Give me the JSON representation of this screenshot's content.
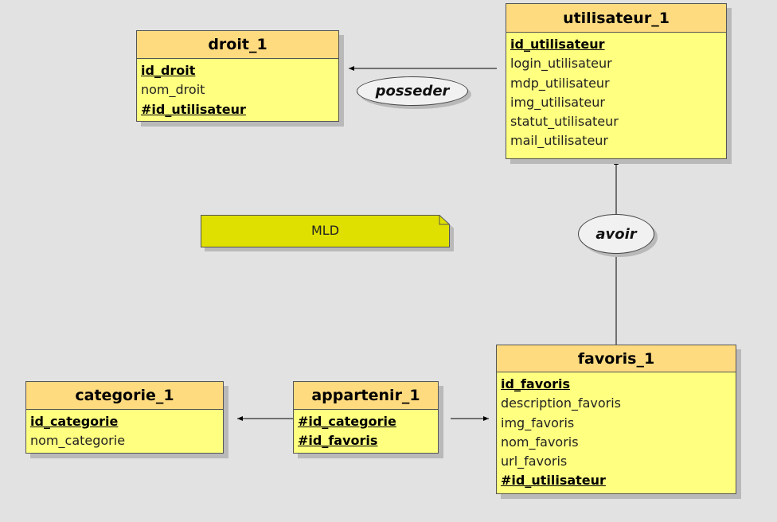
{
  "diagram_title_note": "MLD",
  "colors": {
    "background": "#e2e2e2",
    "entity_body": "#ffff80",
    "entity_header": "#ffdb80",
    "note": "#e0e000",
    "relation": "#f1f1f1"
  },
  "entities": {
    "droit": {
      "name": "droit_1",
      "fields": [
        {
          "label": "id_droit",
          "key": "pk"
        },
        {
          "label": "nom_droit",
          "key": ""
        },
        {
          "label": "#id_utilisateur",
          "key": "fk"
        }
      ]
    },
    "utilisateur": {
      "name": "utilisateur_1",
      "fields": [
        {
          "label": "id_utilisateur",
          "key": "pk"
        },
        {
          "label": "login_utilisateur",
          "key": ""
        },
        {
          "label": "mdp_utilisateur",
          "key": ""
        },
        {
          "label": "img_utilisateur",
          "key": ""
        },
        {
          "label": "statut_utilisateur",
          "key": ""
        },
        {
          "label": "mail_utilisateur",
          "key": ""
        }
      ]
    },
    "categorie": {
      "name": "categorie_1",
      "fields": [
        {
          "label": "id_categorie",
          "key": "pk"
        },
        {
          "label": "nom_categorie",
          "key": ""
        }
      ]
    },
    "appartenir": {
      "name": "appartenir_1",
      "fields": [
        {
          "label": "#id_categorie",
          "key": "fk"
        },
        {
          "label": "#id_favoris",
          "key": "fk"
        }
      ]
    },
    "favoris": {
      "name": "favoris_1",
      "fields": [
        {
          "label": "id_favoris",
          "key": "pk"
        },
        {
          "label": "description_favoris",
          "key": ""
        },
        {
          "label": "img_favoris",
          "key": ""
        },
        {
          "label": "nom_favoris",
          "key": ""
        },
        {
          "label": "url_favoris",
          "key": ""
        },
        {
          "label": "#id_utilisateur",
          "key": "fk"
        }
      ]
    }
  },
  "relations": {
    "posseder": "posseder",
    "avoir": "avoir"
  }
}
